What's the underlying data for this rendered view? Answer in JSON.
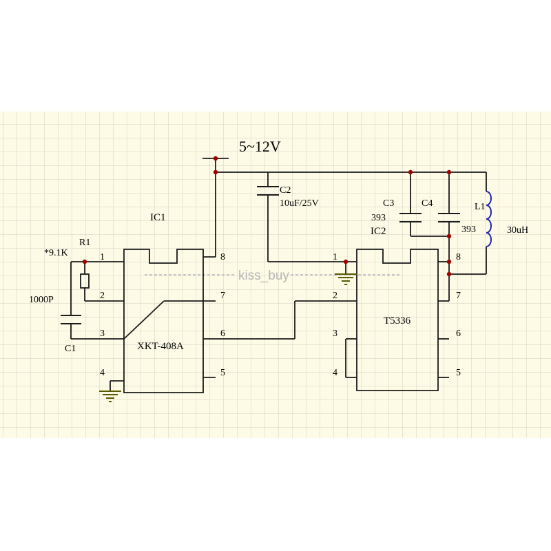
{
  "supply": "5~12V",
  "watermark": "kiss_buy",
  "colors": {
    "wire": "#1a1a1a",
    "grid": "#d3cfc0",
    "paper": "#fdfbe6",
    "ground": "#5a5a00",
    "junction": "#a00000",
    "inductor": "#2222aa"
  },
  "ic1": {
    "ref": "IC1",
    "part": "XKT-408A",
    "pins": {
      "p1": "1",
      "p2": "2",
      "p3": "3",
      "p4": "4",
      "p5": "5",
      "p6": "6",
      "p7": "7",
      "p8": "8"
    }
  },
  "ic2": {
    "ref": "IC2",
    "part": "T5336",
    "pins": {
      "p1": "1",
      "p2": "2",
      "p3": "3",
      "p4": "4",
      "p5": "5",
      "p6": "6",
      "p7": "7",
      "p8": "8"
    }
  },
  "r1": {
    "ref": "R1",
    "value": "*9.1K"
  },
  "c1": {
    "ref": "C1",
    "value": "1000P"
  },
  "c2": {
    "ref": "C2",
    "value": "10uF/25V"
  },
  "c3": {
    "ref": "C3",
    "value": "393"
  },
  "c4": {
    "ref": "C4",
    "value": "393"
  },
  "l1": {
    "ref": "L1",
    "value": "30uH"
  }
}
